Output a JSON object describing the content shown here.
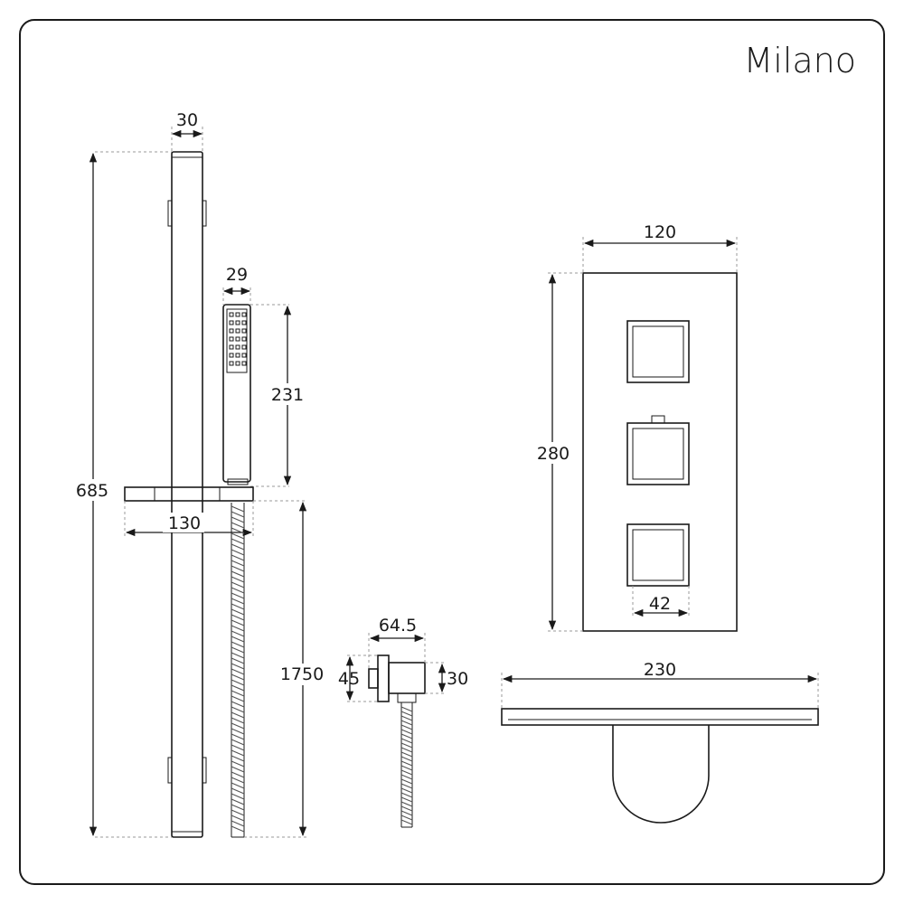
{
  "brand": "Milano",
  "dimensions": {
    "rail_width": "30",
    "rail_height": "685",
    "handset_width": "29",
    "handset_height": "231",
    "bracket_width": "130",
    "hose_length": "1750",
    "outlet_width": "64.5",
    "outlet_height": "45",
    "outlet_depth": "30",
    "valve_width": "120",
    "valve_height": "280",
    "control_width": "42",
    "plate_width": "230"
  },
  "colors": {
    "line": "#1a1a1a",
    "extension": "#9a9a9a",
    "background": "#ffffff",
    "frame": "#1a1a1a"
  }
}
